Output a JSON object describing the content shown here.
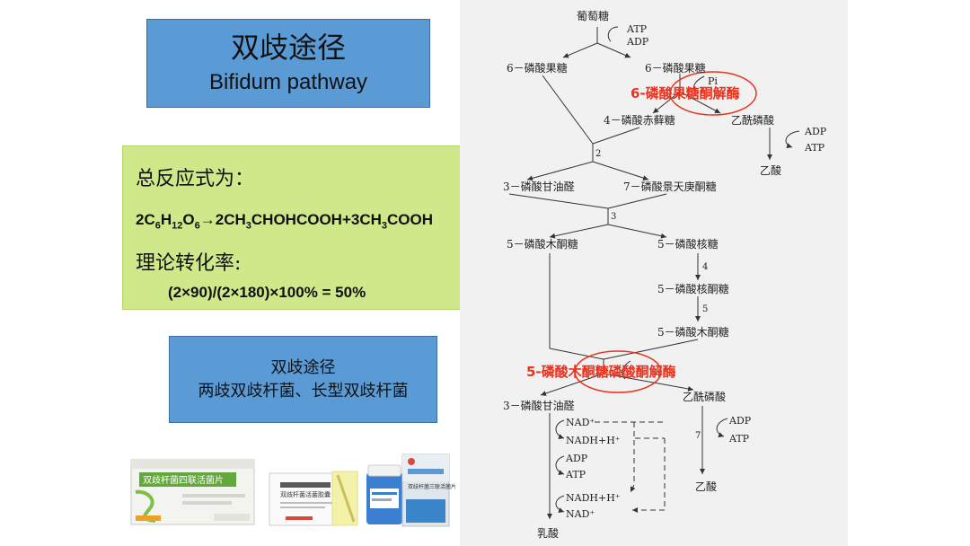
{
  "title": {
    "main": "双歧途径",
    "sub": "Bifidum pathway"
  },
  "equation": {
    "label_total": "总反应式为：",
    "formula": {
      "reactant": "2C6H12O6",
      "arrow": "→",
      "products": "2CH3CHOHCOOH+3CH3COOH"
    },
    "label_rate": "理论转化率:",
    "rate": "(2×90)/(2×180)×100% = 50%"
  },
  "species": {
    "line1": "双歧途径",
    "line2": "两歧双歧杆菌、长型双歧杆菌"
  },
  "pathway": {
    "glucose": "葡萄糖",
    "atp1": "ATP",
    "adp1": "ADP",
    "f6p_left": "6－磷酸果糖",
    "f6p_right": "6－磷酸果糖",
    "pi": "Pi",
    "enzyme1": "6-磷酸果糖酮解酶",
    "e4p": "4－磷酸赤藓糖",
    "acetylp1": "乙酰磷酸",
    "adp2": "ADP",
    "atp2": "ATP",
    "acetate1": "乙酸",
    "step2": "2",
    "g3p1": "3－磷酸甘油醛",
    "s7p": "7－磷酸景天庚酮糖",
    "step3": "3",
    "xu5p1": "5－磷酸木酮糖",
    "r5p": "5－磷酸核糖",
    "step4": "4",
    "ru5p": "5－磷酸核酮糖",
    "step5": "5",
    "xu5p2": "5－磷酸木酮糖",
    "enzyme2": "5-磷酸木酮糖磷酸酮解酶",
    "g3p2": "3－磷酸甘油醛",
    "acetylp2": "乙酰磷酸",
    "nad1": "NAD⁺",
    "nadh1": "NADH+H⁺",
    "adp3": "ADP",
    "atp3": "ATP",
    "nadh2": "NADH+H⁺",
    "nad2": "NAD⁺",
    "lactate": "乳酸",
    "adp4": "ADP",
    "atp4": "ATP",
    "step7": "7",
    "acetate2": "乙酸"
  },
  "products": [
    {
      "name": "双歧杆菌四联活菌片"
    },
    {
      "name": "双歧杆菌活菌胶囊"
    },
    {
      "name": "双歧杆菌三联活菌片"
    }
  ],
  "colors": {
    "box_blue": "#5b9bd5",
    "box_green": "#cfe98a",
    "enzyme_red": "#e8331f"
  }
}
